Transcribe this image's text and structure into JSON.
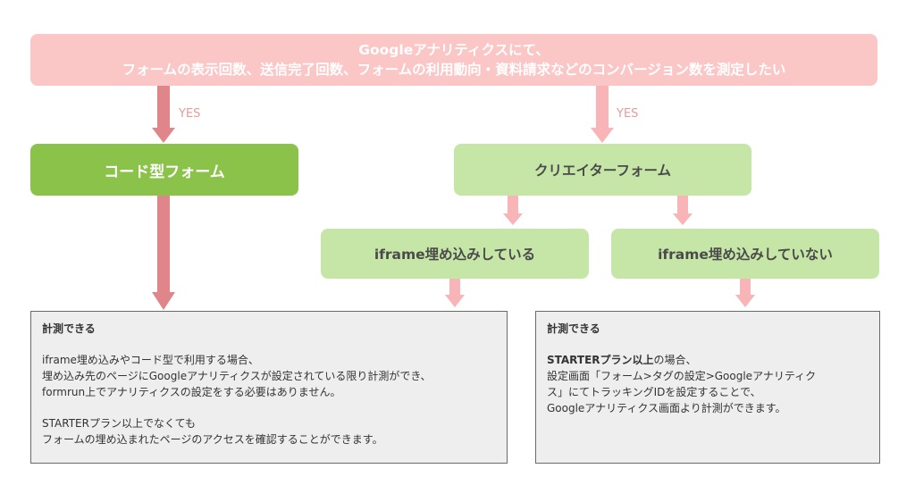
{
  "top_question": {
    "line1": "Googleアナリティクスにて、",
    "line2": "フォームの表示回数、送信完了回数、フォームの利用動向・資料請求などのコンバージョン数を測定したい"
  },
  "yes_left": "YES",
  "yes_right": "YES",
  "code_form": "コード型フォーム",
  "creator_form": "クリエイターフォーム",
  "iframe_embedded": "iframe埋め込みしている",
  "iframe_not_embedded": "iframe埋め込みしていない",
  "note_left": {
    "heading": "計測できる",
    "line1": "iframe埋め込みやコード型で利用する場合、",
    "line2": "埋め込み先のページにGoogleアナリティクスが設定されている限り計測ができ、",
    "line3": "formrun上でアナリティクスの設定をする必要はありません。",
    "line4": "STARTERプラン以上でなくても",
    "line5": "フォームの埋め込まれたページのアクセスを確認することができます。"
  },
  "note_right": {
    "heading": "計測できる",
    "line1_bold": "STARTERプラン以上",
    "line1_rest": "の場合、",
    "line2": "設定画面「フォーム>タグの設定>Googleアナリティク",
    "line3": "ス」にてトラッキングIDを設定することで、",
    "line4": "Googleアナリティクス画面より計測ができます。"
  },
  "colors": {
    "top_box": "#fbc6c6",
    "arrow_dark": "#e0868a",
    "arrow_light": "#f9b4b8",
    "code_box": "#8bc34a",
    "creator_box": "#c6e6a8",
    "note_bg": "#eeeeee"
  }
}
